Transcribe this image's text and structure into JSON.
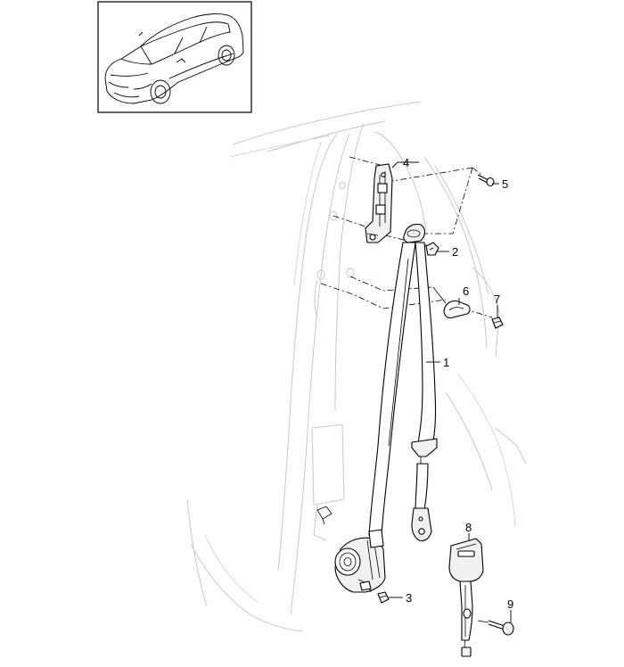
{
  "diagram": {
    "callouts": [
      {
        "id": "c1",
        "label": "1"
      },
      {
        "id": "c2",
        "label": "2"
      },
      {
        "id": "c3",
        "label": "3"
      },
      {
        "id": "c4",
        "label": "4"
      },
      {
        "id": "c5",
        "label": "5"
      },
      {
        "id": "c6",
        "label": "6"
      },
      {
        "id": "c7",
        "label": "7"
      },
      {
        "id": "c8",
        "label": "8"
      },
      {
        "id": "c9",
        "label": "9"
      }
    ],
    "colors": {
      "line": "#000000",
      "ghost_body": "#c8c8c8",
      "background": "#ffffff"
    }
  }
}
